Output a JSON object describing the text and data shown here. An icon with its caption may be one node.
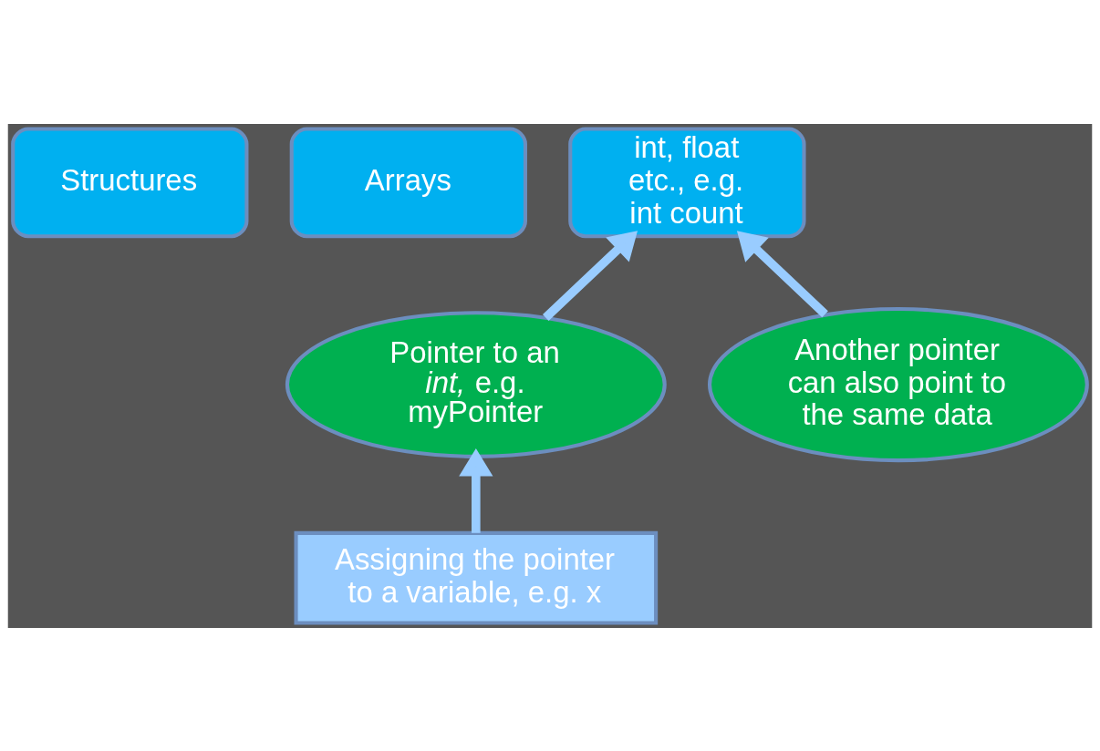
{
  "diagram": {
    "nodes": [
      {
        "text": [
          "Structures"
        ]
      },
      {
        "text": [
          "Arrays"
        ]
      },
      {
        "text": [
          "int, float etc., e.g. int count"
        ]
      },
      {
        "text": [
          "Pointer to an *int,* e.g. myPointer"
        ]
      },
      {
        "text": [
          "Another pointer can also point to the same data"
        ]
      },
      {
        "text": [
          "Assigning the pointer to a variable, e.g. x"
        ]
      }
    ],
    "edges": [
      {
        "from": 3,
        "to": 2,
        "arrow": "to"
      },
      {
        "from": 4,
        "to": 2,
        "arrow": "to"
      },
      {
        "from": 5,
        "to": 3,
        "arrow": "to"
      }
    ]
  }
}
